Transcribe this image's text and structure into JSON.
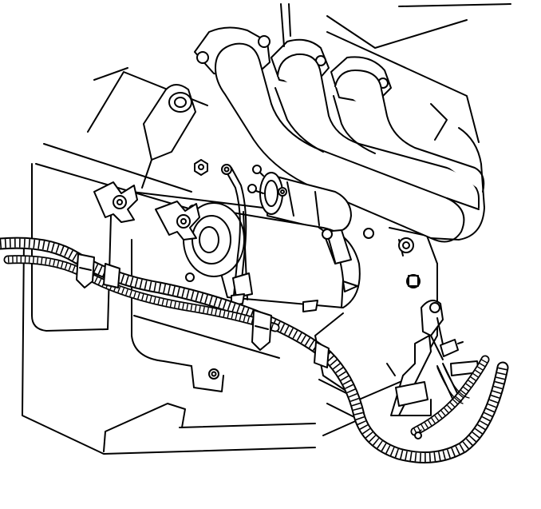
{
  "drawing": {
    "kind": "line-art-illustration",
    "palette": {
      "ink": "#000000",
      "paper": "#ffffff"
    },
    "components": [
      "engine-block",
      "exhaust-manifold",
      "starter-motor",
      "starter-solenoid",
      "starter-bracket",
      "oil-pan",
      "transmission-bellhousing",
      "wiring-harness",
      "harness-clips",
      "ground-strap"
    ]
  }
}
